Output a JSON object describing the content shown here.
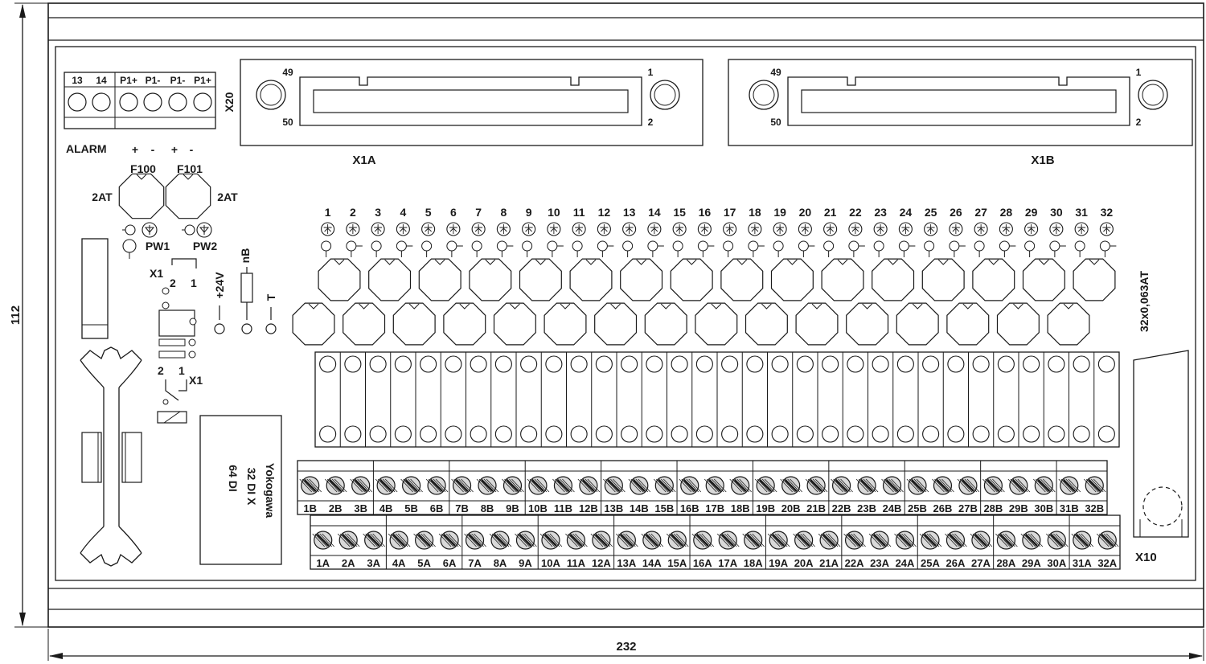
{
  "dimensions": {
    "width": "232",
    "height": "112"
  },
  "x20": {
    "label": "X20",
    "terminal_labels": [
      "13",
      "14",
      "P1+",
      "P1-",
      "P1-",
      "P1+"
    ],
    "alarm_label": "ALARM",
    "polarity": [
      "+",
      "-",
      "+",
      "-"
    ]
  },
  "fuses": [
    {
      "name": "F100",
      "rating": "2AT",
      "led": "PW1"
    },
    {
      "name": "F101",
      "rating": "2AT",
      "led": "PW2"
    }
  ],
  "connectors": [
    {
      "name": "X1A",
      "pins": [
        "49",
        "50",
        "1",
        "2"
      ]
    },
    {
      "name": "X1B",
      "pins": [
        "49",
        "50",
        "1",
        "2"
      ]
    }
  ],
  "jumper": {
    "label": "X1",
    "pins": [
      "2",
      "1"
    ]
  },
  "supply": {
    "plus24": "+24V",
    "nb": "nB",
    "t": "T"
  },
  "module_label": [
    "Yokogawa",
    "32 DI X",
    "64 DI"
  ],
  "channels": [
    "1",
    "2",
    "3",
    "4",
    "5",
    "6",
    "7",
    "8",
    "9",
    "10",
    "11",
    "12",
    "13",
    "14",
    "15",
    "16",
    "17",
    "18",
    "19",
    "20",
    "21",
    "22",
    "23",
    "24",
    "25",
    "26",
    "27",
    "28",
    "29",
    "30",
    "31",
    "32"
  ],
  "fuse_rating_side": "32x0,063AT",
  "terminals_b": [
    "1B",
    "2B",
    "3B",
    "4B",
    "5B",
    "6B",
    "7B",
    "8B",
    "9B",
    "10B",
    "11B",
    "12B",
    "13B",
    "14B",
    "15B",
    "16B",
    "17B",
    "18B",
    "19B",
    "20B",
    "21B",
    "22B",
    "23B",
    "24B",
    "25B",
    "26B",
    "27B",
    "28B",
    "29B",
    "30B",
    "31B",
    "32B"
  ],
  "terminals_a": [
    "1A",
    "2A",
    "3A",
    "4A",
    "5A",
    "6A",
    "7A",
    "8A",
    "9A",
    "10A",
    "11A",
    "12A",
    "13A",
    "14A",
    "15A",
    "16A",
    "17A",
    "18A",
    "19A",
    "20A",
    "21A",
    "22A",
    "23A",
    "24A",
    "25A",
    "26A",
    "27A",
    "28A",
    "29A",
    "30A",
    "31A",
    "32A"
  ],
  "x10_label": "X10"
}
